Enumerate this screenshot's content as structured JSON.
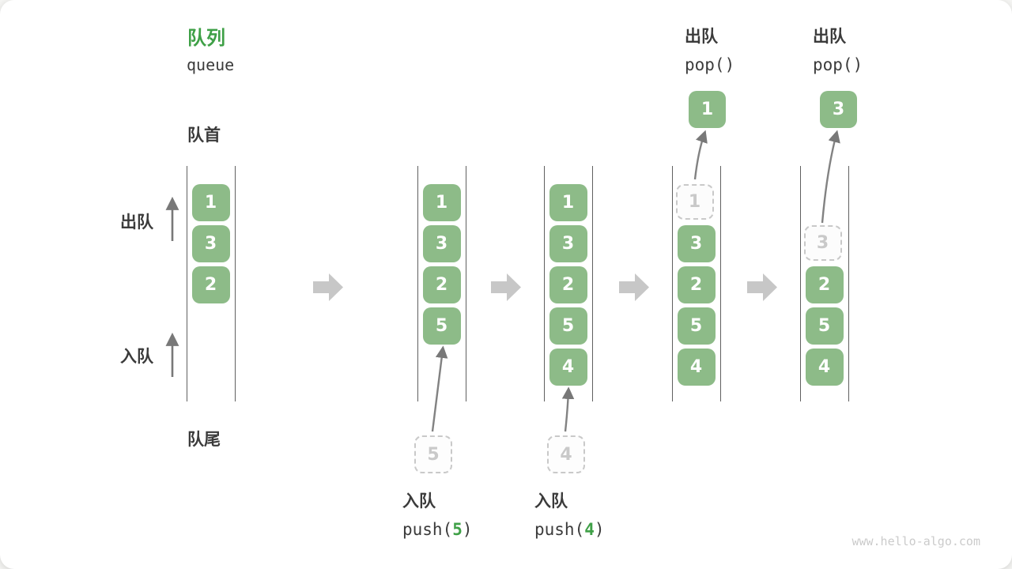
{
  "title": {
    "zh": "队列",
    "en": "queue"
  },
  "labels": {
    "front": "队首",
    "rear": "队尾",
    "dequeue_side": "出队",
    "enqueue_side": "入队"
  },
  "colors": {
    "cell_green": "#8dbb88",
    "title_green": "#3fa047",
    "dashed_gray": "#c9c9c9",
    "line_gray": "#606060",
    "step_arrow_gray": "#c7c7c7",
    "text_dark": "#3b3b3b"
  },
  "icons": {
    "step_arrow": "right-block-arrow",
    "dequeue_arrow": "up-arrow",
    "enqueue_arrow": "up-arrow",
    "push_arrow": "curved-up-arrow",
    "pop_arrow": "curved-up-arrow"
  },
  "states": [
    {
      "cells": [
        {
          "v": "1"
        },
        {
          "v": "3"
        },
        {
          "v": "2"
        }
      ]
    },
    {
      "cells": [
        {
          "v": "1"
        },
        {
          "v": "3"
        },
        {
          "v": "2"
        },
        {
          "v": "5"
        }
      ]
    },
    {
      "cells": [
        {
          "v": "1"
        },
        {
          "v": "3"
        },
        {
          "v": "2"
        },
        {
          "v": "5"
        },
        {
          "v": "4"
        }
      ]
    },
    {
      "cells": [
        {
          "v": "1",
          "dashed": true
        },
        {
          "v": "3"
        },
        {
          "v": "2"
        },
        {
          "v": "5"
        },
        {
          "v": "4"
        }
      ]
    },
    {
      "cells": [
        {
          "v": "3",
          "dashed": true
        },
        {
          "v": "2"
        },
        {
          "v": "5"
        },
        {
          "v": "4"
        }
      ]
    }
  ],
  "ops": {
    "push1": {
      "label": "入队",
      "code_open": "push(",
      "arg": "5",
      "code_close": ")",
      "staged": "5"
    },
    "push2": {
      "label": "入队",
      "code_open": "push(",
      "arg": "4",
      "code_close": ")",
      "staged": "4"
    },
    "pop1": {
      "label": "出队",
      "code": "pop()",
      "value": "1"
    },
    "pop2": {
      "label": "出队",
      "code": "pop()",
      "value": "3"
    }
  },
  "watermark": "www.hello-algo.com"
}
